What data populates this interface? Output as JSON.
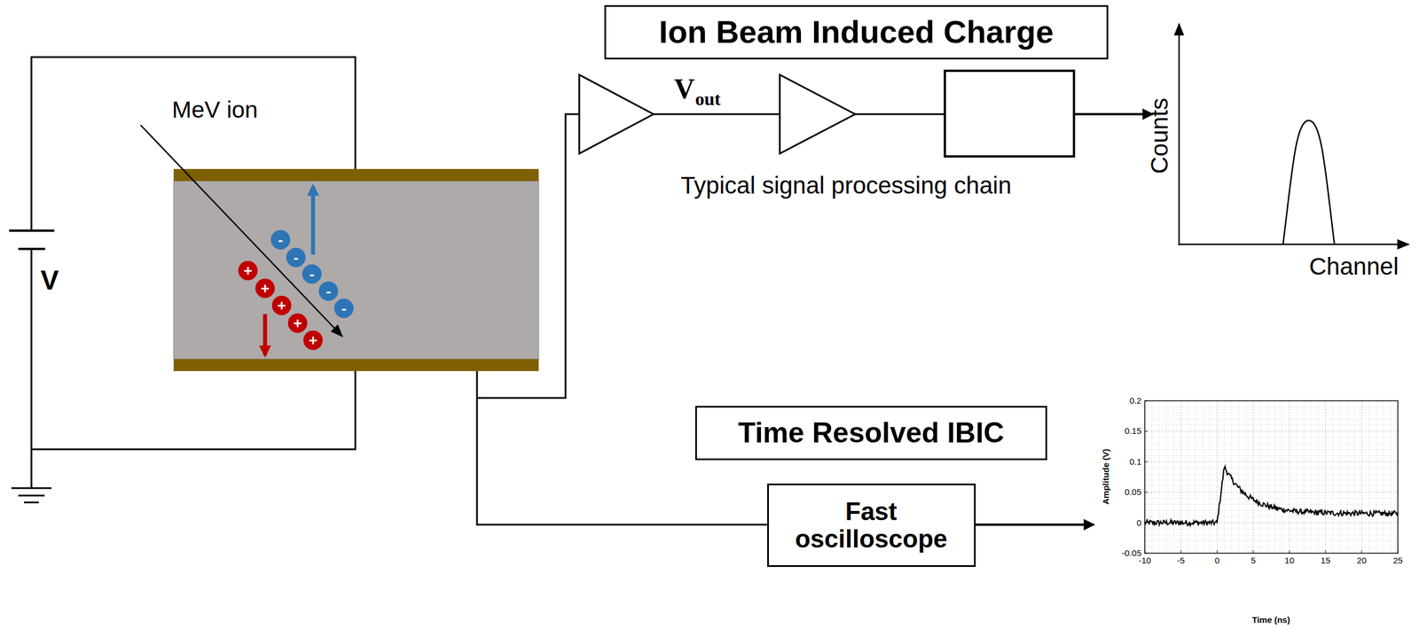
{
  "diagram": {
    "nodes": [
      {
        "text": [
          "-"
        ]
      },
      {
        "text": [
          "-"
        ]
      },
      {
        "text": [
          "-"
        ]
      },
      {
        "text": [
          "-"
        ]
      },
      {
        "text": [
          "-"
        ]
      },
      {
        "text": [
          "+"
        ]
      },
      {
        "text": [
          "+"
        ]
      },
      {
        "text": [
          "+"
        ]
      },
      {
        "text": [
          "+"
        ]
      },
      {
        "text": [
          "+"
        ]
      },
      {
        "text": [
          "Ion Beam Induced Charge"
        ]
      },
      {
        "text": [
          "Time Resolved IBIC"
        ]
      },
      {
        "text": [
          "Fast oscilloscope"
        ]
      }
    ],
    "labels": [
      "MeV ion",
      "V",
      "V",
      "out",
      "Typical signal processing chain",
      "Counts",
      "Channel",
      "Amplitude (V)",
      "Time (ns)",
      "0.2",
      "0.15",
      "0.1",
      "0.05",
      "0",
      "-0.05",
      "-10",
      "-5",
      "0",
      "5",
      "10",
      "15",
      "20",
      "25"
    ]
  }
}
